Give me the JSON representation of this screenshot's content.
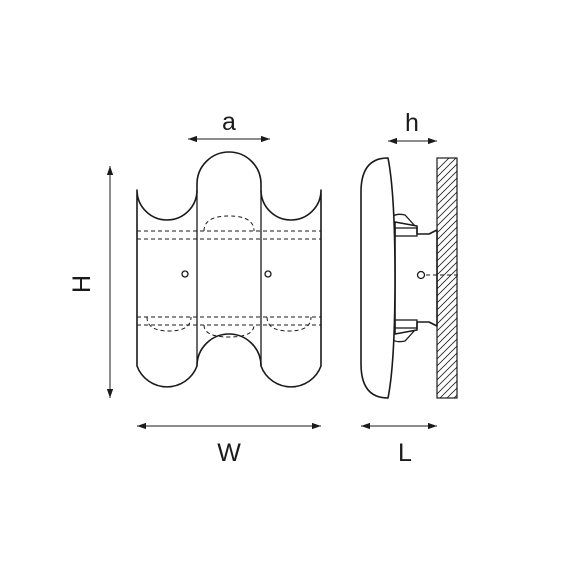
{
  "dimensions": {
    "width_label": "W",
    "height_label": "H",
    "spacing_label": "a",
    "depth_label": "L",
    "offset_label": "h"
  },
  "colors": {
    "line": "#1a1a1a",
    "background": "#ffffff"
  }
}
